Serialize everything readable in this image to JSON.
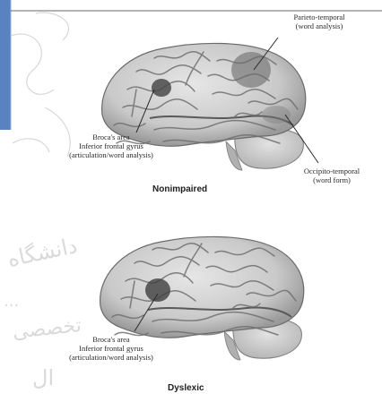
{
  "diagram": {
    "top_brain": {
      "caption": "Nonimpaired",
      "labels": {
        "parieto_temporal": [
          "Parieto-temporal",
          "(word analysis)"
        ],
        "brocas_area": [
          "Broca's area",
          "Inferior frontal gyrus",
          "(articulation/word analysis)"
        ],
        "occipito_temporal": [
          "Occipito-temporal",
          "(word form)"
        ]
      }
    },
    "bottom_brain": {
      "caption": "Dyslexic",
      "labels": {
        "brocas_area": [
          "Broca's area",
          "Inferior frontal gyrus",
          "(articulation/word analysis)"
        ]
      }
    }
  },
  "watermark": {
    "lines": [
      "دانشگاه",
      "تخصصی",
      "...",
      "ال"
    ]
  },
  "colors": {
    "brain_tissue": "#cfcfcf",
    "sulci": "#6f6f6f",
    "highlight": "#4a4a4a",
    "left_banner": "#5b82c0"
  }
}
